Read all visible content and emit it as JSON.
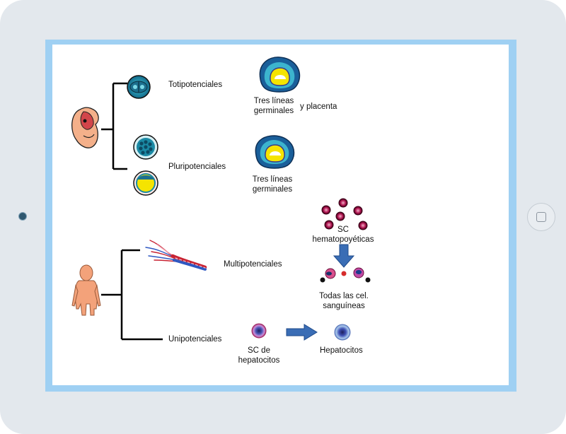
{
  "labels": {
    "totipotenciales": "Totipotenciales",
    "pluripotenciales": "Pluripotenciales",
    "multipotenciales": "Multipotenciales",
    "unipotenciales": "Unipotenciales",
    "tres_lineas_1": "Tres líneas germinales",
    "y_placenta": "y placenta",
    "tres_lineas_2": "Tres líneas germinales",
    "sc_hematopoyeticas": "SC hematopoyéticas",
    "todas_cel": "Todas las cel. sanguíneas",
    "sc_hepatocitos": "SC de hepatocitos",
    "hepatocitos": "Hepatocitos"
  },
  "colors": {
    "tablet": "#e3e8ed",
    "frame": "#9fd0f3",
    "arrow": "#3a6db5",
    "cell_pink": "#d94f8c",
    "blood_red": "#c2185b",
    "yolk": "#f5e400",
    "tissue_teal": "#1b8aa5"
  },
  "icons": [
    "camera-icon",
    "home-button-icon",
    "embryo-icon",
    "human-figure-icon",
    "blood-vessel-icon"
  ]
}
